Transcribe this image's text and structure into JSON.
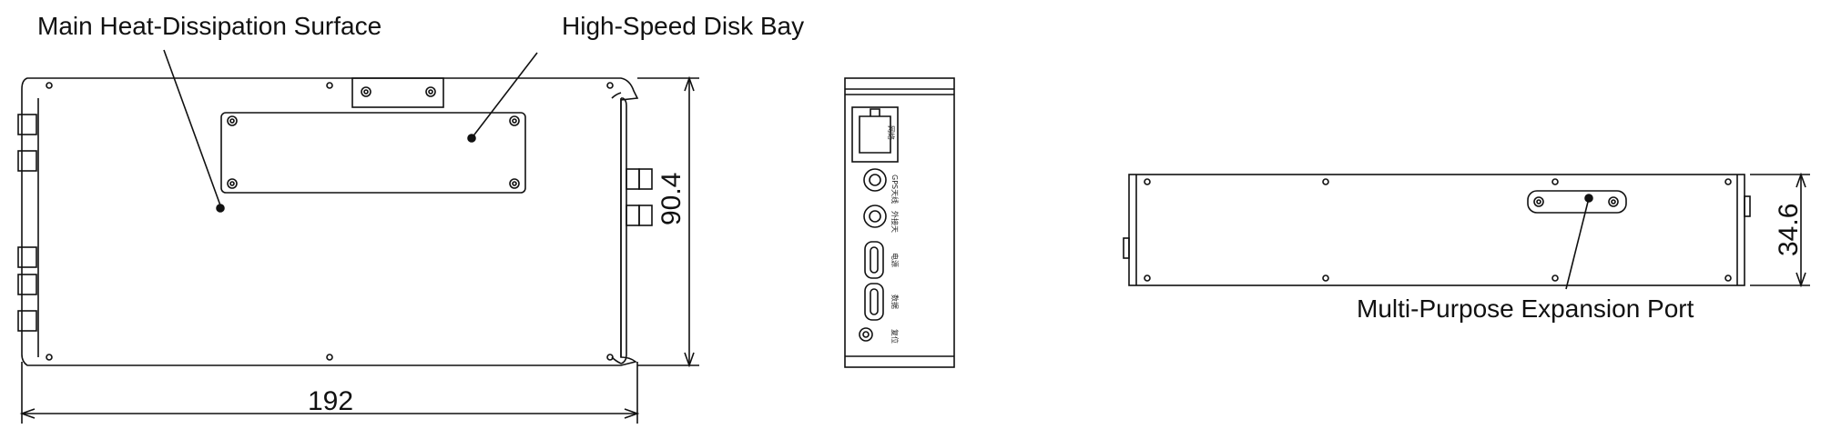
{
  "labels": {
    "main_heat": "Main Heat-Dissipation Surface",
    "disk_bay": "High-Speed Disk Bay",
    "expansion_port": "Multi-Purpose Expansion Port"
  },
  "dimensions": {
    "width": "192",
    "height": "90.4",
    "thickness": "34.6"
  },
  "ports": {
    "network": "网络",
    "gps": "GPS天线",
    "external": "外接天",
    "power": "电源",
    "data": "数据",
    "reset": "复位"
  }
}
